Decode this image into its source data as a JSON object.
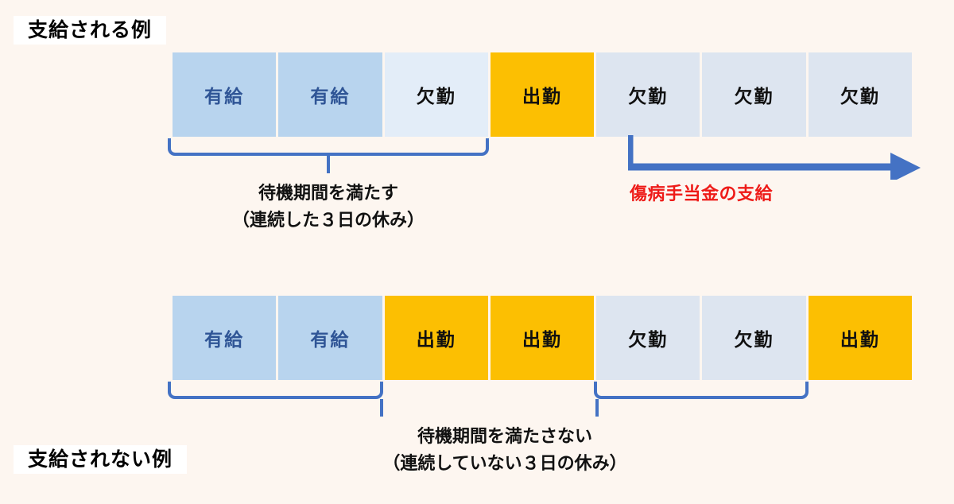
{
  "labels": {
    "eligible": "支給される例",
    "ineligible": "支給されない例"
  },
  "cell_text": {
    "paid_leave": "有給",
    "absence": "欠勤",
    "attendance": "出勤"
  },
  "colors": {
    "background": "#fdf6f0",
    "paid_leave_fill": "#b8d4ee",
    "paid_leave_text": "#2f5596",
    "absence_fill": "#dde5f0",
    "absence_light_fill": "#e3edf8",
    "attendance_fill": "#fcbf02",
    "bracket": "#4472c4",
    "arrow": "#4472c4",
    "benefit_text": "#ee1b18",
    "label_box": "#ffffff"
  },
  "rows": {
    "eligible": {
      "cells": [
        {
          "label": "有給",
          "kind": "paid-leave"
        },
        {
          "label": "有給",
          "kind": "paid-leave"
        },
        {
          "label": "欠勤",
          "kind": "absence-light"
        },
        {
          "label": "出勤",
          "kind": "attendance"
        },
        {
          "label": "欠勤",
          "kind": "absence"
        },
        {
          "label": "欠勤",
          "kind": "absence"
        },
        {
          "label": "欠勤",
          "kind": "absence"
        }
      ]
    },
    "ineligible": {
      "cells": [
        {
          "label": "有給",
          "kind": "paid-leave"
        },
        {
          "label": "有給",
          "kind": "paid-leave"
        },
        {
          "label": "出勤",
          "kind": "attendance"
        },
        {
          "label": "出勤",
          "kind": "attendance"
        },
        {
          "label": "欠勤",
          "kind": "absence"
        },
        {
          "label": "欠勤",
          "kind": "absence"
        },
        {
          "label": "出勤",
          "kind": "attendance"
        }
      ]
    }
  },
  "captions": {
    "wait_satisfied_line1": "待機期間を満たす",
    "wait_satisfied_line2": "（連続した３日の休み）",
    "wait_not_satisfied_line1": "待機期間を満たさない",
    "wait_not_satisfied_line2": "（連続していない３日の休み）",
    "benefit": "傷病手当金の支給"
  }
}
